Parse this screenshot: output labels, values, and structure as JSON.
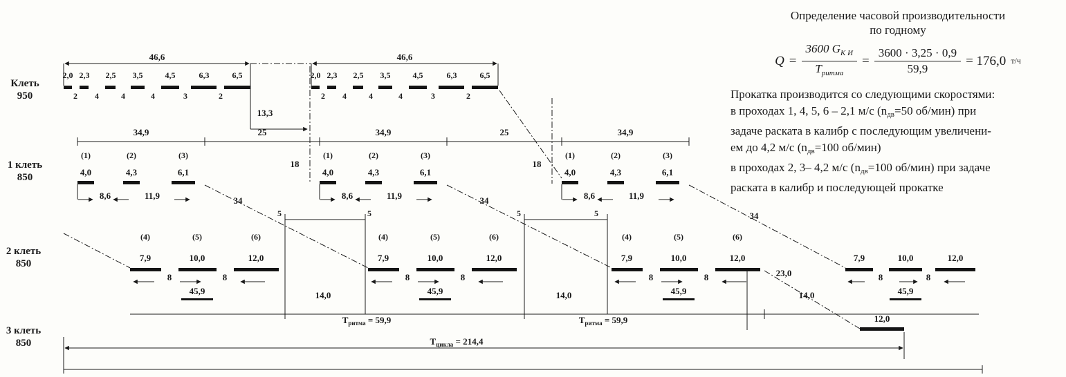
{
  "stands": [
    {
      "name": "Клеть",
      "num": "950"
    },
    {
      "name": "1 клеть",
      "num": "850"
    },
    {
      "name": "2 клеть",
      "num": "850"
    },
    {
      "name": "3 клеть",
      "num": "850"
    }
  ],
  "row950": {
    "total": "46,6",
    "passes": [
      "2,0",
      "2,3",
      "2,5",
      "3,5",
      "4,5",
      "6,3",
      "6,5"
    ],
    "gaps": [
      "2",
      "4",
      "4",
      "4",
      "3",
      "2"
    ],
    "offset": "13,3",
    "transfer": "18"
  },
  "row850_1": {
    "total": "34,9",
    "between": "25",
    "diag": "34",
    "nums": [
      "(1)",
      "(2)",
      "(3)"
    ],
    "times": [
      "4,0",
      "4,3",
      "6,1"
    ],
    "gaps": [
      "8,6",
      "11,9"
    ]
  },
  "row850_2": {
    "nums": [
      "(4)",
      "(5)",
      "(6)"
    ],
    "times": [
      "7,9",
      "10,0",
      "12,0"
    ],
    "gap": "8",
    "group_total": "45,9",
    "between": "14,0",
    "small": "5",
    "offset": "23,0"
  },
  "row850_3": {
    "time": "12,0"
  },
  "totals": {
    "rhythm_T": "Т",
    "rhythm_sub": "ритма",
    "rhythm_val": "= 59,9",
    "cycle_T": "Т",
    "cycle_sub": "цикла",
    "cycle_val": "= 214,4"
  },
  "panel": {
    "title1": "Определение часовой производительности",
    "title2": "по годному",
    "formula": {
      "lhs": "Q",
      "eq": "=",
      "f1_num_main": "3600 G",
      "f1_num_sub": "К И",
      "f1_den_main": "Т",
      "f1_den_sub": "ритма",
      "f2_num": "3600 · 3,25 · 0,9",
      "f2_den": "59,9",
      "result": "= 176,0",
      "units": "т/ч"
    },
    "text": {
      "l1": "Прокатка производится со следующими скоростями:",
      "l2a": "в проходах 1, 4, 5, 6 – 2,1 м/с (n",
      "l2b": "дв",
      "l2c": "=50 об/мин) при",
      "l3": "задаче раската в калибр с последующим увеличени-",
      "l4a": "ем до 4,2 м/с (n",
      "l4b": "дв",
      "l4c": "=100 об/мин)",
      "l5a": "в проходах 2, 3– 4,2 м/с (n",
      "l5b": "дв",
      "l5c": "=100 об/мин) при задаче",
      "l6": "раската в калибр и последующей прокатке"
    }
  }
}
